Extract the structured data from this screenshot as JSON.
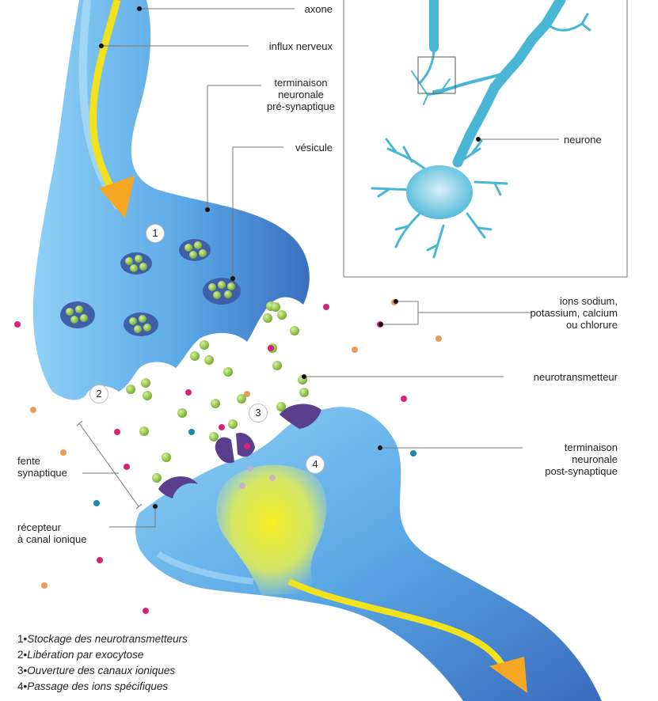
{
  "labels": {
    "axone": "axone",
    "influx": "influx nerveux",
    "terminaison_pre": [
      "terminaison",
      "neuronale",
      "pré-synaptique"
    ],
    "vesicule": "vésicule",
    "neurone": "neurone",
    "ions": [
      "ions sodium,",
      "potassium, calcium",
      "ou chlorure"
    ],
    "neurotransmetteur": "neurotransmetteur",
    "terminaison_post": [
      "terminaison",
      "neuronale",
      "post-synaptique"
    ],
    "fente": [
      "fente",
      "synaptique"
    ],
    "recepteur": [
      "récepteur",
      "à canal ionique"
    ]
  },
  "steps": [
    "1",
    "2",
    "3",
    "4"
  ],
  "legend": [
    {
      "num": "1",
      "text": "Stockage des neurotransmetteurs"
    },
    {
      "num": "2",
      "text": "Libération par exocytose"
    },
    {
      "num": "3",
      "text": "Ouverture des canaux ioniques"
    },
    {
      "num": "4",
      "text": "Passage des ions spécifiques"
    }
  ],
  "colors": {
    "neuron_blue": "#5aa8e6",
    "neuron_dark": "#3b74c2",
    "signal_yellow": "#f2e21c",
    "arrow_orange": "#f5a623",
    "vesicle": "#3f5fa8",
    "neurotransmitter": "#8cc63f",
    "receptor": "#5b3f8f",
    "ion_magenta": "#d6237a",
    "ion_orange": "#e79b5b",
    "ion_teal": "#1a8aa8",
    "inset_neuron": "#49b6d6"
  }
}
